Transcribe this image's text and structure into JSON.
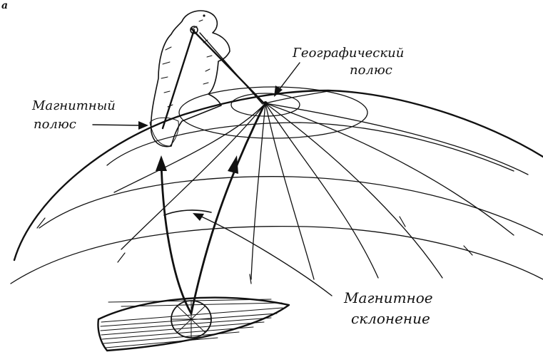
{
  "figure": {
    "corner_letter": "a",
    "labels": {
      "geographic_pole_line1": "Географический",
      "geographic_pole_line2": "полюс",
      "magnetic_pole_line1": "Магнитный",
      "magnetic_pole_line2": "полюс",
      "declination_line1": "Магнитное",
      "declination_line2": "склонение"
    }
  },
  "colors": {
    "ink": "#111111",
    "background": "#ffffff"
  },
  "icons": [
    "polar-bear-icon",
    "boat-icon",
    "compass-icon",
    "arrow-icon"
  ]
}
